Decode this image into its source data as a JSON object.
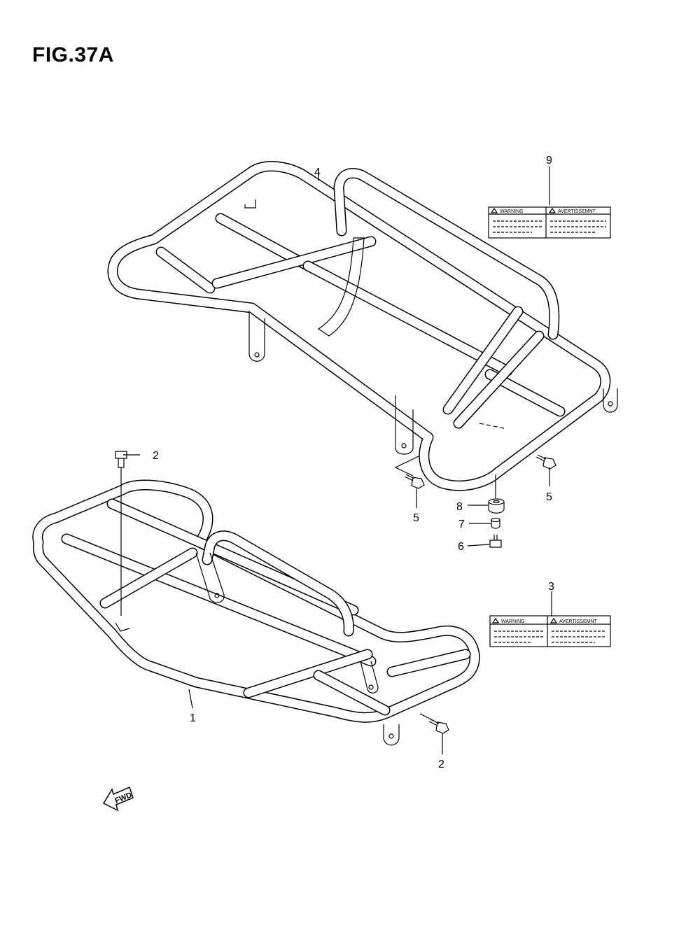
{
  "figure": {
    "title": "FIG.37A"
  },
  "callouts": {
    "c1": "1",
    "c2a": "2",
    "c2b": "2",
    "c3": "3",
    "c4": "4",
    "c5a": "5",
    "c5b": "5",
    "c6": "6",
    "c7": "7",
    "c8": "8",
    "c9": "9"
  },
  "labels": {
    "label_9": {
      "left": "WARNING",
      "right": "AVERTISSEMNT"
    },
    "label_3": {
      "left": "WARNING",
      "right": "AVERTISSEMNT"
    }
  },
  "fwd": "FWD"
}
